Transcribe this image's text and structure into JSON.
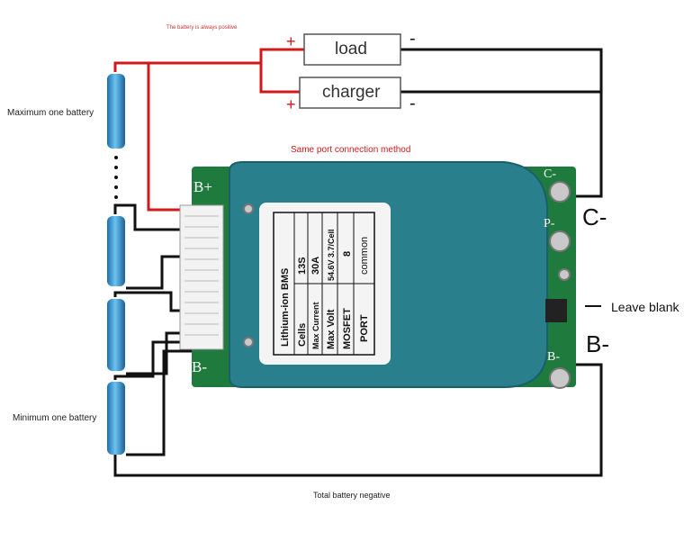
{
  "notes": {
    "battery_positive": "The battery is always positive",
    "same_port": "Same port connection method",
    "max_battery": "Maximum one battery",
    "min_battery": "Minimum one battery",
    "total_negative": "Total battery negative",
    "leave_blank": "Leave blank"
  },
  "boxes": {
    "load": "load",
    "charger": "charger"
  },
  "signs": {
    "plus": "+",
    "minus": "-"
  },
  "terminals": {
    "c_minus": "C-",
    "b_minus": "B-",
    "p_minus": "P-",
    "c_pcb": "C-",
    "b_plus": "B+",
    "b_minus_pcb": "B-"
  },
  "label": {
    "title": "Lithium-ion BMS",
    "rows": [
      {
        "key": "Cells",
        "value": "13S"
      },
      {
        "key": "Max Current",
        "value": "30A"
      },
      {
        "key": "Max Volt",
        "value": "54.6V  3.7/Cell"
      },
      {
        "key": "MOSFET",
        "value": "8"
      },
      {
        "key": "PORT",
        "value": "common"
      }
    ]
  },
  "colors": {
    "red_wire": "#d0191b",
    "black_wire": "#111111",
    "pcb": "#1f7a3e",
    "cover": "#2a7f8c",
    "battery": "#3a9fd6"
  }
}
